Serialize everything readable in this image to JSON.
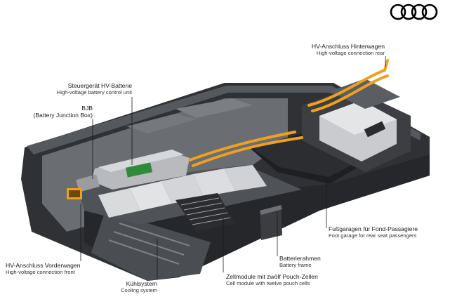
{
  "logo": {
    "name": "four-rings-logo",
    "color": "#000000"
  },
  "colors": {
    "cable_orange": "#f0a020",
    "tray_dark": "#3a3c40",
    "module_light": "#d9dadc"
  },
  "labels": {
    "rear_connection": {
      "de": "HV-Anschluss Hinterwagen",
      "en": "High-voltage connection rear"
    },
    "control_unit": {
      "de": "Steuergerät HV-Batterie",
      "en": "High-voltage battery control unit"
    },
    "bjb": {
      "de": "BJB",
      "en": "(Battery Junction Box)"
    },
    "front_connection": {
      "de": "HV-Anschluss Vorderwagen",
      "en": "High-voltage connection front"
    },
    "cooling": {
      "de": "Kühlsystem",
      "en": "Cooling system"
    },
    "cell_module": {
      "de": "Zellmodule mit zwölf Pouch-Zellen",
      "en": "Cell module with twelve pouch cells"
    },
    "frame": {
      "de": "Batterierahmen",
      "en": "Battery frame"
    },
    "foot_garage": {
      "de": "Fußgaragen für Fond-Passagiere",
      "en": "Foot garage for rear seat passengers"
    }
  }
}
